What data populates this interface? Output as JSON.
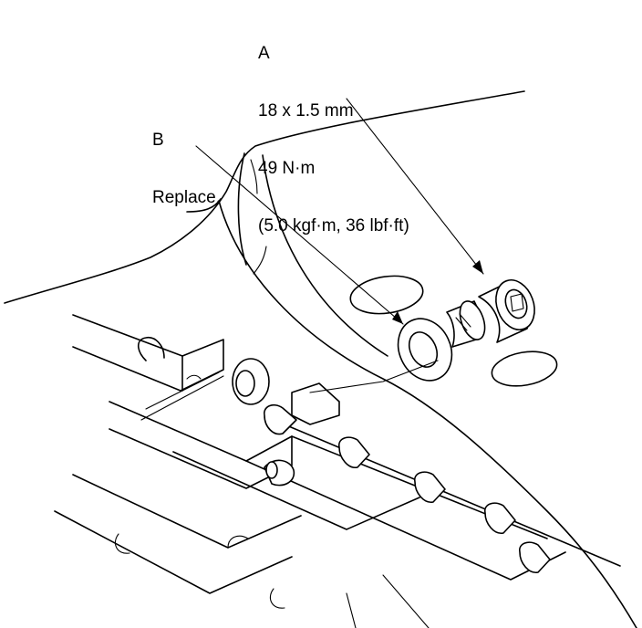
{
  "callouts": {
    "a": {
      "letter": "A",
      "size": "18 x 1.5 mm",
      "torque": "49 N·m",
      "torque_alt": "(5.0 kgf·m, 36 lbf·ft)"
    },
    "b": {
      "letter": "B",
      "note": "Replace."
    }
  }
}
